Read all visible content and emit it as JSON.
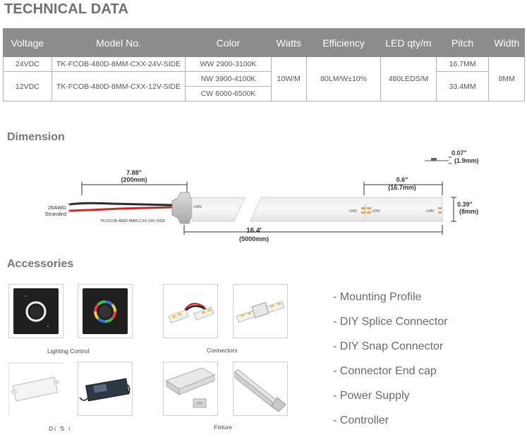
{
  "tech": {
    "title": "TECHNICAL DATA",
    "headers": [
      "Voltage",
      "Model No.",
      "Color",
      "Watts",
      "Efficiency",
      "LED qty/m",
      "Pitch",
      "Width"
    ],
    "rows": [
      {
        "voltage": "24VDC",
        "model": "TK-FCOB-480D-8MM-CXX-24V-SIDE",
        "pitch": "16.7MM"
      },
      {
        "voltage": "12VDC",
        "model": "TK-FCOB-480D-8MM-CXX-12V-SIDE",
        "pitch": "33.4MM"
      }
    ],
    "colors": [
      "WW 2900-3100K",
      "NW 3900-4100K",
      "CW 6000-6500K"
    ],
    "watts": "10W/M",
    "efficiency": "80LM/W±10%",
    "led_qty": "480LEDS/M",
    "width": "8MM"
  },
  "dimension": {
    "title": "Dimension",
    "thickness": "0.07\"",
    "thickness_mm": "(1.9mm)",
    "lead_length": "7.88\"",
    "lead_length_mm": "(200mm)",
    "wire": "26AWG",
    "wire2": "Stranded",
    "pitch": "0.6\"",
    "pitch_mm": "(16.7mm)",
    "width": "0.39\"",
    "width_mm": "(8mm)",
    "model_label": "TK-FCOB-480D-8MM-CXX-24V-SIDE",
    "pad_label": "+24V",
    "total": "16.4'",
    "total_mm": "(5000mm)"
  },
  "accessories": {
    "title": "Accessories",
    "captions": {
      "lighting": "Lighting Control",
      "connectors": "Connectors",
      "driver": "Di  S  i",
      "fixture": "Fixture"
    },
    "list": [
      "- Mounting Profile",
      "- DIY Splice Connector",
      "- DIY Snap Connector",
      "- Connector End cap",
      "- Power Supply",
      "- Controller"
    ]
  }
}
